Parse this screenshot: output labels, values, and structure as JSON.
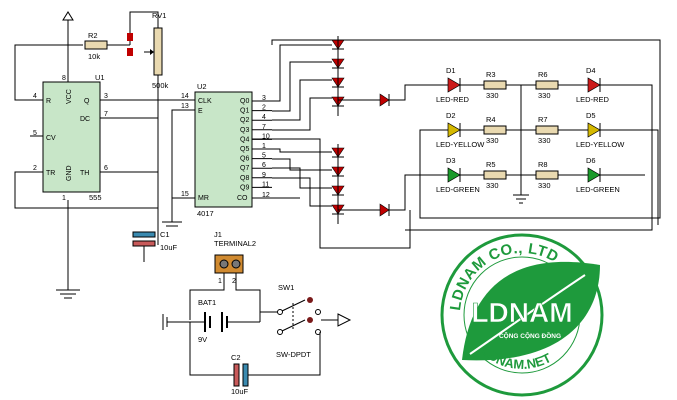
{
  "timer": {
    "ref": "U1",
    "part": "555",
    "pins": {
      "R": "R",
      "CV": "CV",
      "TR": "TR",
      "VCC": "VCC",
      "GND": "GND",
      "Q": "Q",
      "DC": "DC",
      "TH": "TH"
    },
    "pin_numbers": {
      "R": "4",
      "CV": "5",
      "TR": "2",
      "VCC": "8",
      "GND": "1",
      "Q": "3",
      "DC": "7",
      "TH": "6"
    }
  },
  "counter": {
    "ref": "U2",
    "part": "4017",
    "pins_left": [
      "CLK",
      "E",
      "MR"
    ],
    "pins_left_numbers": [
      "14",
      "13",
      "15"
    ],
    "outputs": [
      "Q0",
      "Q1",
      "Q2",
      "Q3",
      "Q4",
      "Q5",
      "Q6",
      "Q7",
      "Q8",
      "Q9"
    ],
    "output_numbers": [
      "3",
      "2",
      "4",
      "7",
      "10",
      "1",
      "5",
      "6",
      "9",
      "11"
    ],
    "co": "CO",
    "co_number": "12"
  },
  "r2": {
    "ref": "R2",
    "value": "10k"
  },
  "rv1": {
    "ref": "RV1",
    "value": "500k"
  },
  "c1": {
    "ref": "C1",
    "value": "10uF"
  },
  "c2": {
    "ref": "C2",
    "value": "10uF"
  },
  "terminal": {
    "ref": "J1",
    "part": "TERMINAL2",
    "pin1": "1",
    "pin2": "2"
  },
  "battery": {
    "ref": "BAT1",
    "value": "9V"
  },
  "switch": {
    "ref": "SW1",
    "part": "SW-DPDT"
  },
  "leds": [
    {
      "ref": "D1",
      "label": "LED-RED",
      "color": "#cc1a1a"
    },
    {
      "ref": "D2",
      "label": "LED-YELLOW",
      "color": "#d4b800"
    },
    {
      "ref": "D3",
      "label": "LED-GREEN",
      "color": "#1a9a2a"
    },
    {
      "ref": "D4",
      "label": "LED-RED",
      "color": "#cc1a1a"
    },
    {
      "ref": "D5",
      "label": "LED-YELLOW",
      "color": "#d4b800"
    },
    {
      "ref": "D6",
      "label": "LED-GREEN",
      "color": "#1a9a2a"
    }
  ],
  "resistors_mid": [
    {
      "ref": "R3",
      "value": "330"
    },
    {
      "ref": "R4",
      "value": "330"
    },
    {
      "ref": "R5",
      "value": "330"
    },
    {
      "ref": "R6",
      "value": "330"
    },
    {
      "ref": "R7",
      "value": "330"
    },
    {
      "ref": "R8",
      "value": "330"
    }
  ],
  "logo": {
    "company": "LDNAM CO., LTD",
    "brand": "LDNAM",
    "tagline": "CỘNG CỘNG ĐỒNG",
    "site": "LDNAM.NET",
    "color": "#1e9a3c"
  }
}
